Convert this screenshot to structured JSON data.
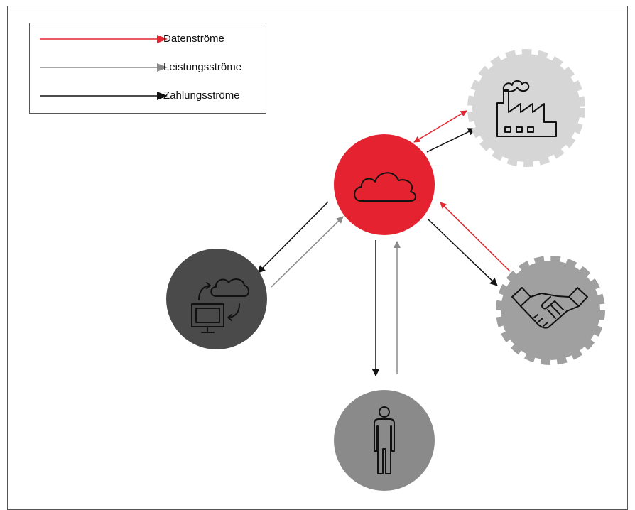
{
  "legend": {
    "items": [
      {
        "label": "Datenströme",
        "color": "#e3262f"
      },
      {
        "label": "Leistungsströme",
        "color": "#8a8a8a"
      },
      {
        "label": "Zahlungsströme",
        "color": "#111111"
      }
    ]
  },
  "colors": {
    "cloud_hub": "#e52330",
    "factory_node": "#d6d6d6",
    "computer_node": "#4a4a4a",
    "person_node": "#8a8a8a",
    "handshake_node": "#a0a0a0"
  },
  "icons": {
    "hub": "cloud-icon",
    "factory": "factory-icon",
    "computer": "computer-cloud-sync-icon",
    "person": "person-icon",
    "handshake": "handshake-icon"
  }
}
